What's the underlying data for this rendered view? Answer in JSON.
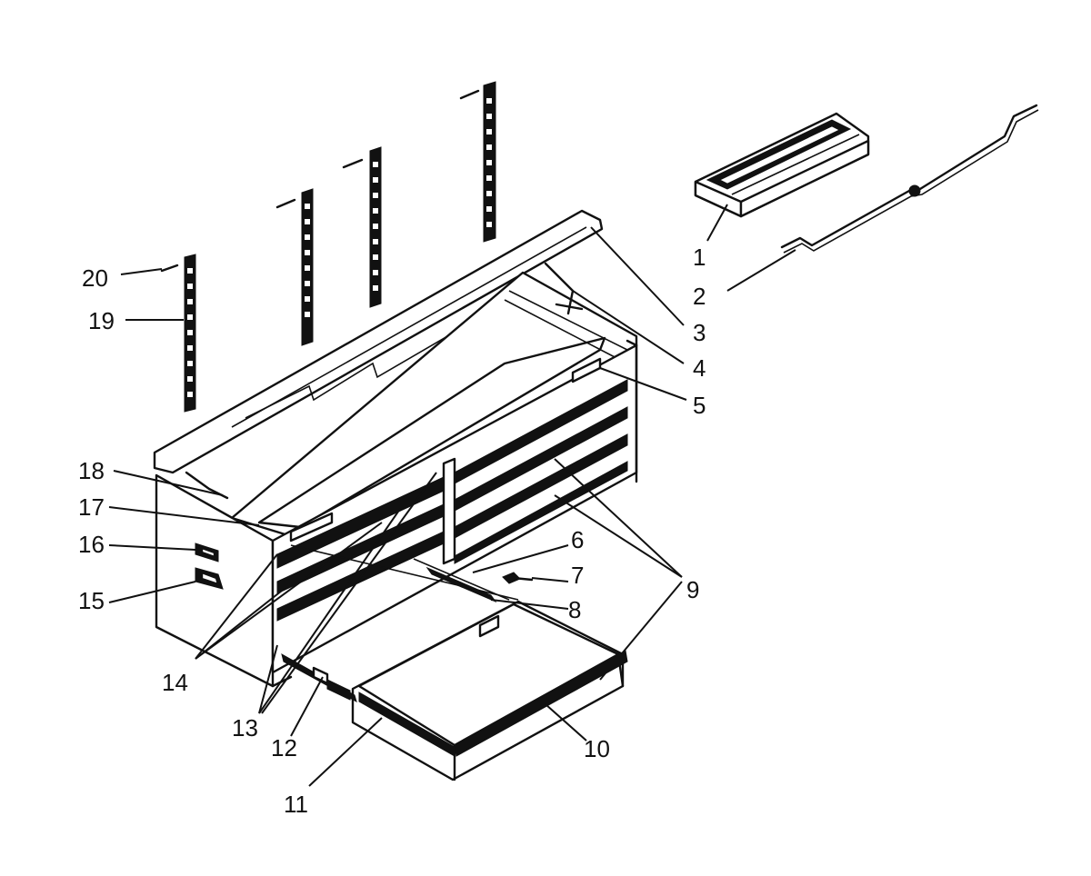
{
  "callouts": [
    "1",
    "2",
    "3",
    "4",
    "5",
    "6",
    "7",
    "8",
    "9",
    "10",
    "11",
    "12",
    "13",
    "14",
    "15",
    "16",
    "17",
    "18",
    "19",
    "20"
  ]
}
